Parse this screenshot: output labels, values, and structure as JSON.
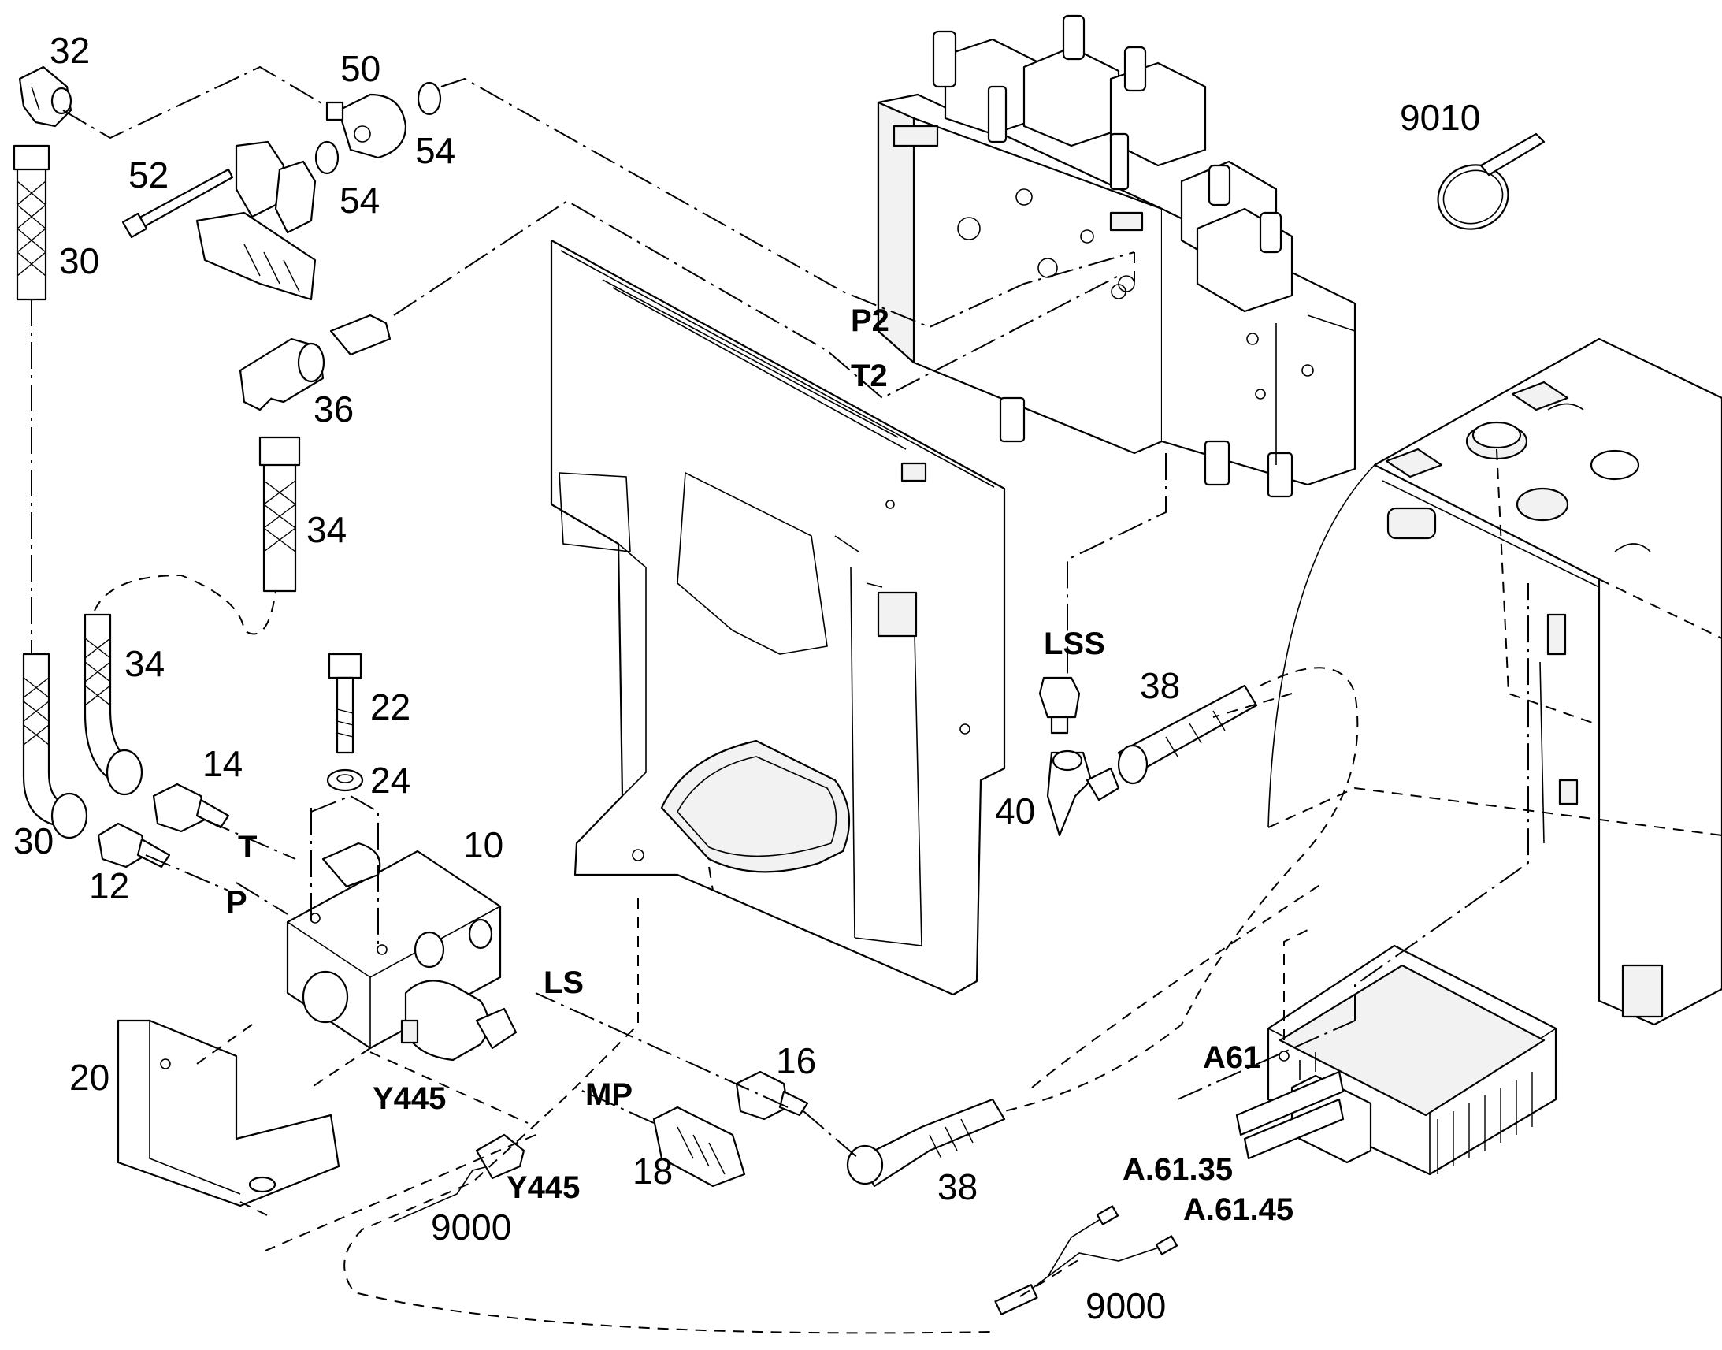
{
  "labels": {
    "l32": "32",
    "l50": "50",
    "l54a": "54",
    "l54b": "54",
    "l52": "52",
    "l30a": "30",
    "l30b": "30",
    "l36": "36",
    "l34a": "34",
    "l34b": "34",
    "l9010": "9010",
    "lP2": "P2",
    "lT2": "T2",
    "l22": "22",
    "l24": "24",
    "l14": "14",
    "l12": "12",
    "lT": "T",
    "lP": "P",
    "l10": "10",
    "l20": "20",
    "lY445a": "Y445",
    "lY445b": "Y445",
    "lLS": "LS",
    "lMP": "MP",
    "l16": "16",
    "l18": "18",
    "l9000a": "9000",
    "l38a": "38",
    "l38b": "38",
    "lLSS": "LSS",
    "l40": "40",
    "lA61": "A61",
    "lA6135": "A.61.35",
    "lA6145": "A.61.45",
    "l9000b": "9000"
  },
  "colors": {
    "line": "#000000",
    "background": "#ffffff",
    "part_fill": "#ffffff"
  }
}
